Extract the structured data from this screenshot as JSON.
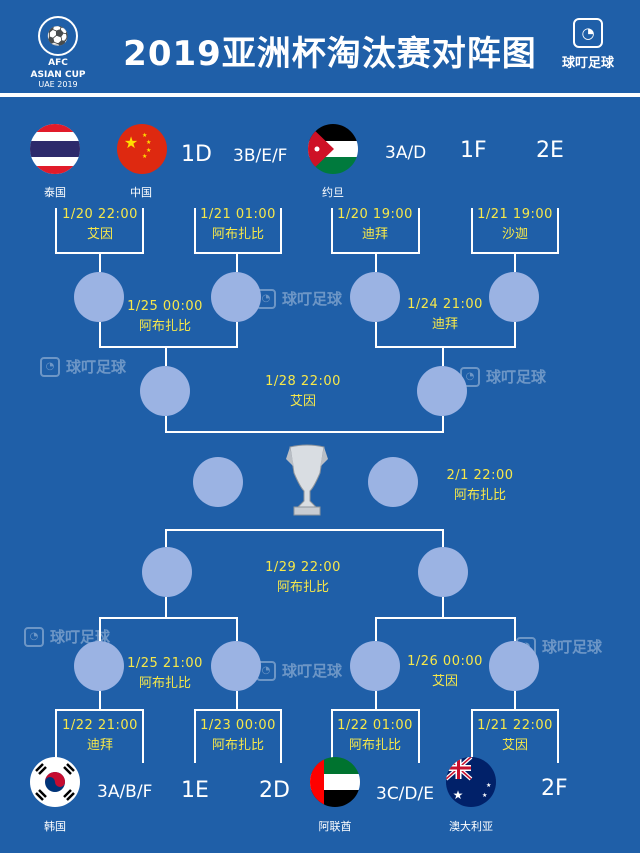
{
  "header": {
    "title": "2019亚洲杯淘汰赛对阵图",
    "afc_logo": {
      "line1": "AFC",
      "line2": "ASIAN CUP",
      "line3": "UAE 2019"
    },
    "brand": "球叮足球"
  },
  "watermark_text": "球叮足球",
  "top_half": {
    "seeds": [
      "1D",
      "3B/E/F",
      "3A/D",
      "1F",
      "2E"
    ],
    "countries": [
      "泰国",
      "中国",
      "约旦"
    ],
    "round16": [
      {
        "date": "1/20  22:00",
        "venue": "艾因"
      },
      {
        "date": "1/21  01:00",
        "venue": "阿布扎比"
      },
      {
        "date": "1/20  19:00",
        "venue": "迪拜"
      },
      {
        "date": "1/21  19:00",
        "venue": "沙迦"
      }
    ],
    "quarterfinals": [
      {
        "date": "1/25  00:00",
        "venue": "阿布扎比"
      },
      {
        "date": "1/24  21:00",
        "venue": "迪拜"
      }
    ],
    "semifinal": {
      "date": "1/28  22:00",
      "venue": "艾因"
    }
  },
  "final": {
    "date": "2/1  22:00",
    "venue": "阿布扎比"
  },
  "bottom_half": {
    "semifinal": {
      "date": "1/29  22:00",
      "venue": "阿布扎比"
    },
    "quarterfinals": [
      {
        "date": "1/25  21:00",
        "venue": "阿布扎比"
      },
      {
        "date": "1/26  00:00",
        "venue": "艾因"
      }
    ],
    "round16": [
      {
        "date": "1/22  21:00",
        "venue": "迪拜"
      },
      {
        "date": "1/23  00:00",
        "venue": "阿布扎比"
      },
      {
        "date": "1/22  01:00",
        "venue": "阿布扎比"
      },
      {
        "date": "1/21  22:00",
        "venue": "艾因"
      }
    ],
    "seeds": [
      "3A/B/F",
      "1E",
      "2D",
      "3C/D/E",
      "2F"
    ],
    "countries": [
      "韩国",
      "阿联酋",
      "澳大利亚"
    ]
  },
  "colors": {
    "background": "#1f5fa8",
    "node": "#9bb3e3",
    "info_text": "#f7e84a",
    "lines": "#ffffff"
  }
}
